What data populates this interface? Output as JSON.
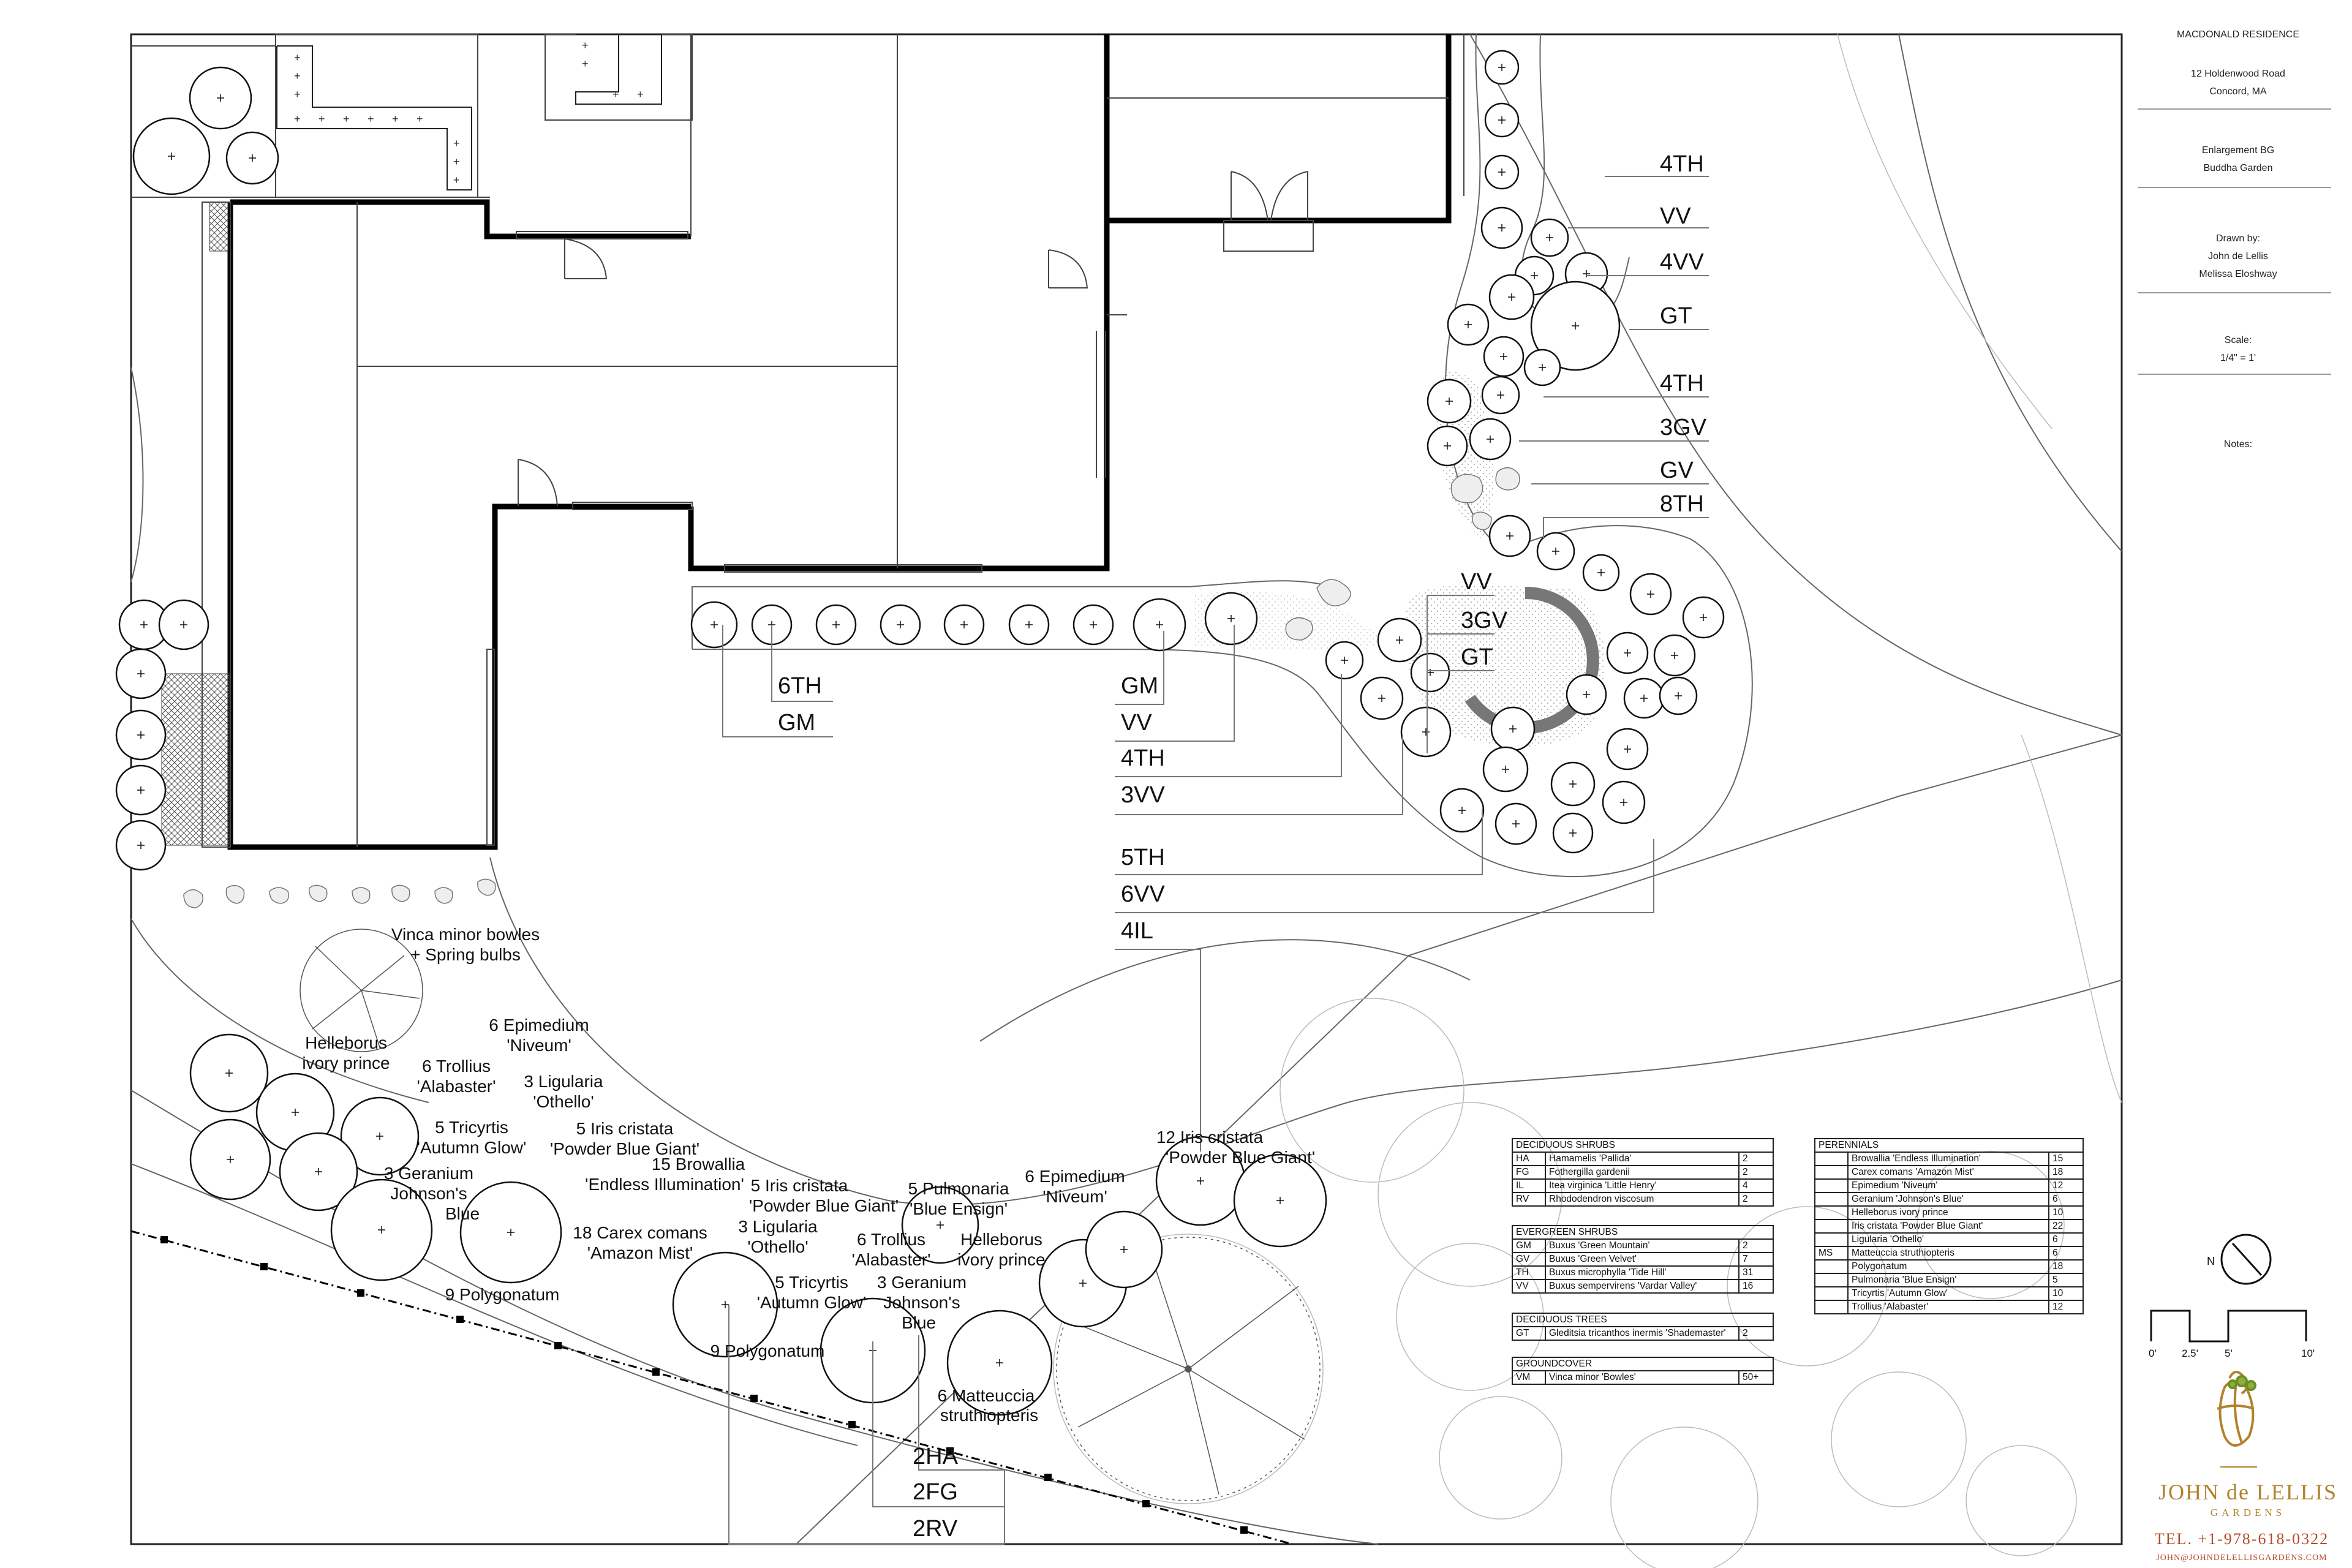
{
  "title_block": {
    "project": "MACDONALD RESIDENCE",
    "address_1": "12 Holdenwood Road",
    "address_2": "Concord, MA",
    "sheet_1": "Enlargement BG",
    "sheet_2": "Buddha Garden",
    "drawn_by_label": "Drawn by:",
    "drawn_by_1": "John de Lellis",
    "drawn_by_2": "Melissa Eloshway",
    "scale_label": "Scale:",
    "scale_value": "1/4\" = 1'",
    "notes_label": "Notes:"
  },
  "north_arrow": {
    "label": "N"
  },
  "scale_bar": {
    "t0": "0'",
    "t1": "2.5'",
    "t2": "5'",
    "t3": "10'"
  },
  "logo": {
    "name": "JOHN de LELLIS",
    "sub": "GARDENS",
    "tel": "TEL. +1-978-618-0322",
    "email": "JOHN@JOHNDELELLISGARDENS.COM"
  },
  "plan_labels": {
    "l_4th_a": "4TH",
    "l_vv_a": "VV",
    "l_4vv": "4VV",
    "l_gt_a": "GT",
    "l_4th_b": "4TH",
    "l_3gv_a": "3GV",
    "l_gv": "GV",
    "l_8th": "8TH",
    "l_vv_b": "VV",
    "l_3gv_b": "3GV",
    "l_gt_b": "GT",
    "l_6th": "6TH",
    "l_gm_a": "GM",
    "l_gm_b": "GM",
    "l_vv_c": "VV",
    "l_4th_c": "4TH",
    "l_3vv": "3VV",
    "l_5th": "5TH",
    "l_6vv": "6VV",
    "l_4il": "4IL",
    "l_2ha": "2HA",
    "l_2fg": "2FG",
    "l_2rv": "2RV"
  },
  "plant_notes": {
    "vinca_1": "Vinca minor bowles",
    "vinca_2": "+ Spring bulbs",
    "epimedium_a_1": "6 Epimedium",
    "epimedium_a_2": "'Niveum'",
    "helleborus_a_1": "Helleborus",
    "helleborus_a_2": "ivory prince",
    "trollius_a_1": "6 Trollius",
    "trollius_a_2": "'Alabaster'",
    "ligularia_a_1": "3 Ligularia",
    "ligularia_a_2": "'Othello'",
    "tricyrtis_a_1": "5 Tricyrtis",
    "tricyrtis_a_2": "'Autumn Glow'",
    "iris_a_1": "5 Iris cristata",
    "iris_a_2": "'Powder Blue Giant'",
    "geranium_a_1": "3 Geranium",
    "geranium_a_2": "Johnson's",
    "geranium_a_3": "Blue",
    "browallia_1": "15 Browallia",
    "browallia_2": "'Endless Illumination'",
    "carex_1": "18 Carex comans",
    "carex_2": "'Amazon Mist'",
    "iris_b_1": "5 Iris cristata",
    "iris_b_2": "'Powder Blue Giant'",
    "ligularia_b_1": "3 Ligularia",
    "ligularia_b_2": "'Othello'",
    "pulmonaria_1": "5 Pulmonaria",
    "pulmonaria_2": "'Blue Ensign'",
    "epimedium_b_1": "6 Epimedium",
    "epimedium_b_2": "'Niveum'",
    "iris_c_1": "12 Iris cristata",
    "iris_c_2": "'Powder Blue Giant'",
    "trollius_b_1": "6 Trollius",
    "trollius_b_2": "'Alabaster'",
    "helleborus_b_1": "Helleborus",
    "helleborus_b_2": "ivory prince",
    "polygonatum_a": "9 Polygonatum",
    "tricyrtis_b_1": "5 Tricyrtis",
    "tricyrtis_b_2": "'Autumn Glow'",
    "geranium_b_1": "3 Geranium",
    "geranium_b_2": "Johnson's",
    "geranium_b_3": "Blue",
    "polygonatum_b": "9 Polygonatum",
    "matteuccia_1": "6 Matteuccia",
    "matteuccia_2": "struthiopteris"
  },
  "plant_tables": {
    "deciduous_shrubs": {
      "title": "DECIDUOUS SHRUBS",
      "rows": [
        [
          "HA",
          "Hamamelis 'Pallida'",
          "2"
        ],
        [
          "FG",
          "Fothergilla gardenii",
          "2"
        ],
        [
          "IL",
          "Itea virginica 'Little Henry'",
          "4"
        ],
        [
          "RV",
          "Rhododendron viscosum",
          "2"
        ]
      ]
    },
    "evergreen_shrubs": {
      "title": "EVERGREEN SHRUBS",
      "rows": [
        [
          "GM",
          "Buxus 'Green Mountain'",
          "2"
        ],
        [
          "GV",
          "Buxus 'Green Velvet'",
          "7"
        ],
        [
          "TH",
          "Buxus microphylla 'Tide Hill'",
          "31"
        ],
        [
          "VV",
          "Buxus sempervirens 'Vardar Valley'",
          "16"
        ]
      ]
    },
    "deciduous_trees": {
      "title": "DECIDUOUS TREES",
      "rows": [
        [
          "GT",
          "Gleditsia tricanthos inermis 'Shademaster'",
          "2"
        ]
      ]
    },
    "groundcover": {
      "title": "GROUNDCOVER",
      "rows": [
        [
          "VM",
          "Vinca minor 'Bowles'",
          "50+"
        ]
      ]
    },
    "perennials": {
      "title": "PERENNIALS",
      "rows": [
        [
          "",
          "Browallia 'Endless Illumination'",
          "15"
        ],
        [
          "",
          "Carex comans 'Amazon Mist'",
          "18"
        ],
        [
          "",
          "Epimedium 'Niveum'",
          "12"
        ],
        [
          "",
          "Geranium 'Johnson's Blue'",
          "6"
        ],
        [
          "",
          "Helleborus ivory prince",
          "10"
        ],
        [
          "",
          "Iris cristata 'Powder Blue Giant'",
          "22"
        ],
        [
          "",
          "Ligularia 'Othello'",
          "6"
        ],
        [
          "MS",
          "Matteuccia struthiopteris",
          "6"
        ],
        [
          "",
          "Polygonatum",
          "18"
        ],
        [
          "",
          "Pulmonaria 'Blue Ensign'",
          "5"
        ],
        [
          "",
          "Tricyrtis 'Autumn Glow'",
          "10"
        ],
        [
          "",
          "Trollius 'Alabaster'",
          "12"
        ]
      ]
    }
  }
}
